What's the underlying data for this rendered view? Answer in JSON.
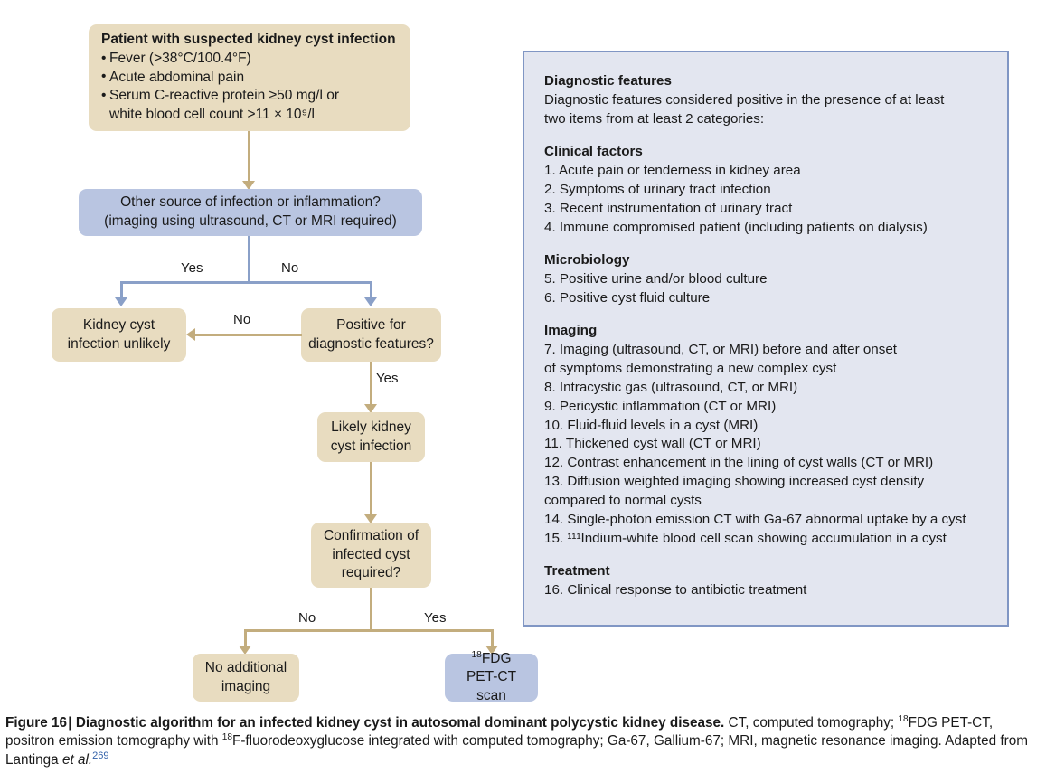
{
  "figure": {
    "label": "Figure 16",
    "separator": "|",
    "title": "Diagnostic algorithm for an infected kidney cyst in autosomal dominant polycystic kidney disease.",
    "legend_part1": " CT, computed tomography; ",
    "legend_sup1": "18",
    "legend_part2": "FDG PET-CT, positron emission tomography with ",
    "legend_sup2": "18",
    "legend_part3": "F-fluorodeoxyglucose integrated with computed tomography; Ga-67, Gallium-67; MRI, magnetic resonance imaging. Adapted from Lantinga ",
    "legend_italic": "et al.",
    "legend_ref": "269"
  },
  "flowchart": {
    "nodes": {
      "suspected": {
        "title": "Patient with suspected kidney cyst infection",
        "bullets": [
          "Fever (>38°C/100.4°F)",
          "Acute abdominal pain",
          "Serum C-reactive protein ≥50 mg/l or\nwhite blood cell count >11 × 10⁹/l"
        ],
        "color": "tan"
      },
      "other_source": {
        "line1": "Other source of infection or inflammation?",
        "line2": "(imaging using ultrasound, CT or MRI required)",
        "color": "blue"
      },
      "unlikely": {
        "line1": "Kidney cyst",
        "line2": "infection unlikely",
        "color": "tan"
      },
      "positive_features": {
        "line1": "Positive for",
        "line2": "diagnostic features?",
        "color": "tan"
      },
      "likely": {
        "line1": "Likely kidney",
        "line2": "cyst infection",
        "color": "tan"
      },
      "confirmation": {
        "line1": "Confirmation of",
        "line2": "infected cyst",
        "line3": "required?",
        "color": "tan"
      },
      "no_imaging": {
        "line1": "No additional",
        "line2": "imaging",
        "color": "tan"
      },
      "pet_ct": {
        "sup": "18",
        "line1": "FDG",
        "line2": "PET-CT scan",
        "color": "blue"
      }
    },
    "edge_labels": {
      "other_yes": "Yes",
      "other_no": "No",
      "features_no": "No",
      "features_yes": "Yes",
      "confirm_no": "No",
      "confirm_yes": "Yes"
    },
    "colors": {
      "tan_fill": "#e8dcc0",
      "blue_fill": "#b9c5e1",
      "tan_line": "#c3ad7e",
      "blue_line": "#8aa0c8",
      "panel_fill": "#e3e6f0",
      "panel_border": "#8096c4"
    }
  },
  "features_panel": {
    "heading": "Diagnostic features",
    "intro": "Diagnostic features considered positive in the presence of at least\ntwo items from at least 2 categories:",
    "sections": [
      {
        "heading": "Clinical factors",
        "items": [
          "1. Acute pain or tenderness in kidney area",
          "2. Symptoms of urinary tract infection",
          "3. Recent instrumentation of urinary tract",
          "4. Immune compromised patient (including patients on dialysis)"
        ]
      },
      {
        "heading": "Microbiology",
        "items": [
          "5. Positive urine and/or blood culture",
          "6. Positive cyst fluid culture"
        ]
      },
      {
        "heading": "Imaging",
        "items": [
          "7. Imaging (ultrasound, CT, or MRI) before and after onset\n    of symptoms demonstrating a new complex cyst",
          "8. Intracystic gas (ultrasound, CT, or MRI)",
          "9. Pericystic inflammation (CT or MRI)",
          "10. Fluid-fluid levels in a cyst (MRI)",
          "11. Thickened cyst wall (CT or MRI)",
          "12. Contrast enhancement in the lining of cyst walls (CT or MRI)",
          "13. Diffusion weighted imaging showing increased cyst density\n      compared to normal cysts",
          "14. Single-photon emission CT with Ga-67 abnormal uptake by a cyst",
          "15. ¹¹¹Indium-white blood cell scan showing accumulation in a cyst"
        ]
      },
      {
        "heading": "Treatment",
        "items": [
          "16. Clinical response to antibiotic treatment"
        ]
      }
    ]
  }
}
